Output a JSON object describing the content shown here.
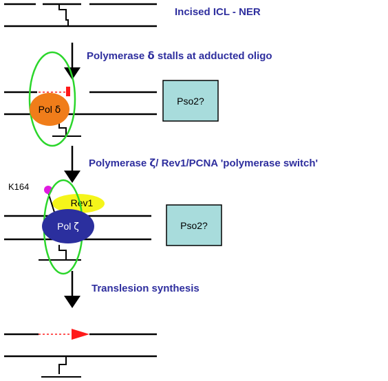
{
  "colors": {
    "label": "#2e2e9e",
    "strand": "#000000",
    "arrow": "#000000",
    "pol_delta": "#f07d1a",
    "pol_zeta": "#2b2f9e",
    "clamp": "#2bd62b",
    "rev1": "#f5f51a",
    "k164": "#e01ae0",
    "box_fill": "#a8dcdc",
    "oligo": "#ff1a1a"
  },
  "steps": {
    "step1_label": "Incised ICL - NER",
    "step2_label_prefix": "Polymerase ",
    "step2_label_symbol": "δ",
    "step2_label_suffix": " stalls at adducted oligo",
    "step3_label_prefix": "Polymerase ",
    "step3_label_symbol": "ζ",
    "step3_label_suffix": "/ Rev1/PCNA 'polymerase switch'",
    "step4_label": "Translesion synthesis"
  },
  "nodes": {
    "pol_delta_prefix": "Pol ",
    "pol_delta_symbol": "δ",
    "pol_zeta_prefix": "Pol ",
    "pol_zeta_symbol": "ζ",
    "rev1": "Rev1",
    "k164": "K164"
  },
  "boxes": {
    "pso2_a": "Pso2?",
    "pso2_b": "Pso2?"
  }
}
